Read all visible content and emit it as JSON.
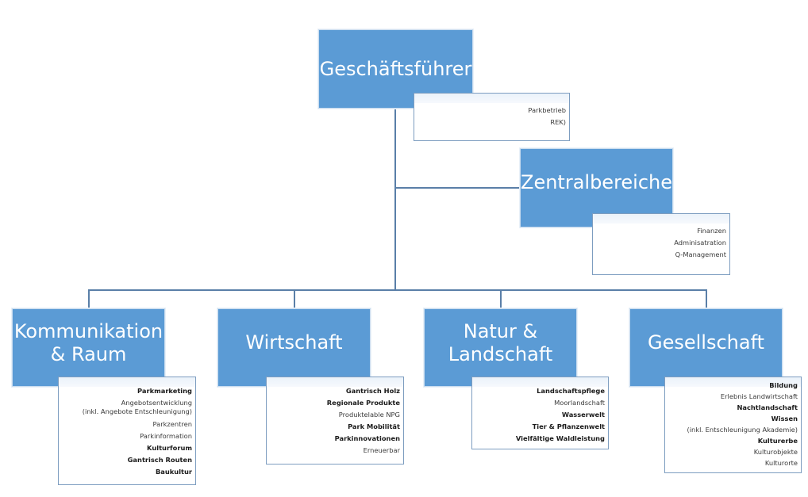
{
  "colors": {
    "node_fill": "#5b9bd5",
    "connector": "#5a7fa8",
    "sub_border": "#7d9dc0"
  },
  "root": {
    "title": "Geschäftsführer",
    "items": [
      {
        "label": "Parkbetrieb",
        "bold": false
      },
      {
        "label": "REK)",
        "bold": false
      }
    ]
  },
  "central": {
    "title": "Zentralbereiche",
    "items": [
      {
        "label": "Finanzen",
        "bold": false
      },
      {
        "label": "Adminisatration",
        "bold": false
      },
      {
        "label": "Q-Management",
        "bold": false
      }
    ]
  },
  "departments": [
    {
      "title_line1": "Kommunikation",
      "title_line2": "& Raum",
      "items": [
        {
          "label": "Parkmarketing",
          "bold": true
        },
        {
          "label": "Angebotsentwicklung",
          "bold": false
        },
        {
          "label": "(inkl. Angebote Entschleunigung)",
          "bold": false
        },
        {
          "label": "Parkzentren",
          "bold": false
        },
        {
          "label": "Parkinformation",
          "bold": false
        },
        {
          "label": "Kulturforum",
          "bold": true
        },
        {
          "label": "Gantrisch Routen",
          "bold": true
        },
        {
          "label": "Baukultur",
          "bold": true
        }
      ]
    },
    {
      "title_line1": "Wirtschaft",
      "title_line2": "",
      "items": [
        {
          "label": "Gantrisch Holz",
          "bold": true
        },
        {
          "label": "Regionale Produkte",
          "bold": true
        },
        {
          "label": "Produktelable NPG",
          "bold": false
        },
        {
          "label": "Park Mobilität",
          "bold": true
        },
        {
          "label": "Parkinnovationen",
          "bold": true
        },
        {
          "label": "Erneuerbar",
          "bold": false
        }
      ]
    },
    {
      "title_line1": "Natur &",
      "title_line2": "Landschaft",
      "items": [
        {
          "label": "Landschaftspflege",
          "bold": true
        },
        {
          "label": "Moorlandschaft",
          "bold": false
        },
        {
          "label": "Wasserwelt",
          "bold": true
        },
        {
          "label": "Tier & Pflanzenwelt",
          "bold": true
        },
        {
          "label": "Vielfältige Waldleistung",
          "bold": true
        }
      ]
    },
    {
      "title_line1": "Gesellschaft",
      "title_line2": "",
      "items": [
        {
          "label": "Bildung",
          "bold": true
        },
        {
          "label": "Erlebnis Landwirtschaft",
          "bold": false
        },
        {
          "label": "Nachtlandschaft",
          "bold": true
        },
        {
          "label": "Wissen",
          "bold": true
        },
        {
          "label": "(inkl. Entschleunigung Akademie)",
          "bold": false
        },
        {
          "label": "Kulturerbe",
          "bold": true
        },
        {
          "label": "Kulturobjekte",
          "bold": false
        },
        {
          "label": "Kulturorte",
          "bold": false
        }
      ]
    }
  ]
}
